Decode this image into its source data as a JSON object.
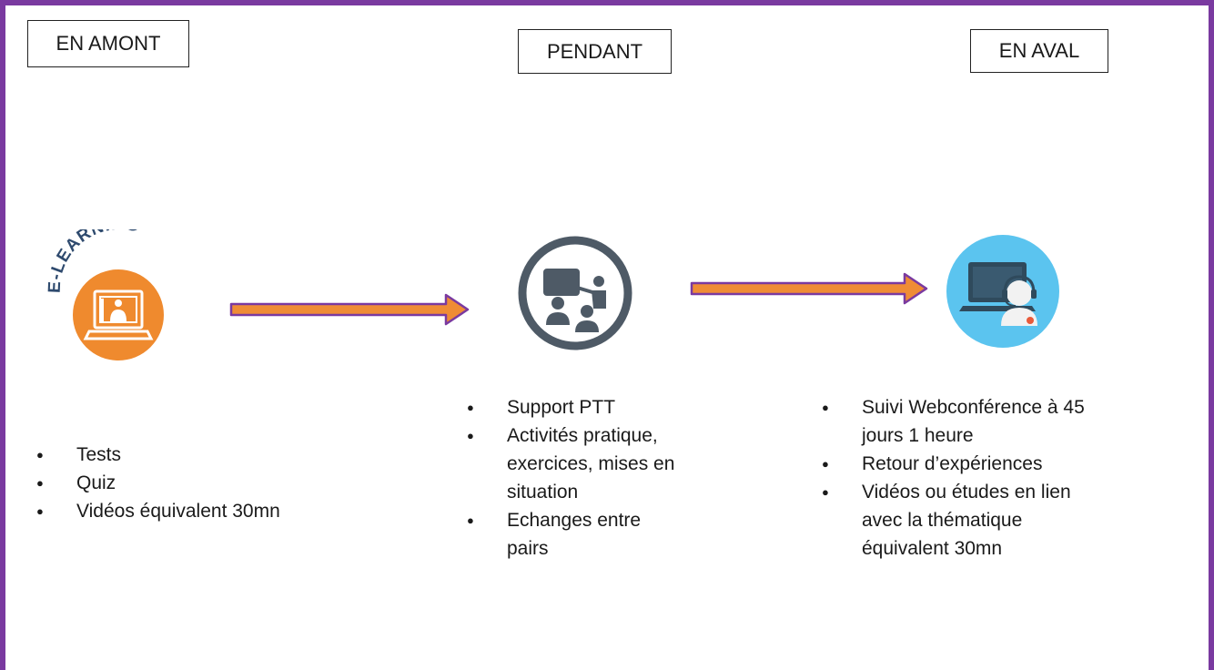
{
  "phases": [
    {
      "label": "EN AMONT"
    },
    {
      "label": "PENDANT"
    },
    {
      "label": "EN AVAL"
    }
  ],
  "elearning_logo": {
    "text": "E-LEARNING"
  },
  "colors": {
    "border": "#7a3aa0",
    "arrow_fill": "#ef8c35",
    "arrow_outline": "#7a3aa0",
    "elearning_orange": "#ef8a2e",
    "elearning_text": "#2e4a6e",
    "classroom_ring": "#4e5a66",
    "webconf_blue": "#5bc4ef"
  },
  "icons": [
    "elearning-logo",
    "classroom-presentation-icon",
    "webconference-headset-icon"
  ],
  "lists": {
    "amont": [
      [
        "Tests"
      ],
      [
        "Quiz"
      ],
      [
        "Vidéos équivalent 30mn"
      ]
    ],
    "pendant": [
      [
        "Support PTT"
      ],
      [
        "Activités pratique,",
        "exercices, mises en",
        "situation"
      ],
      [
        "Echanges entre",
        "pairs"
      ]
    ],
    "aval": [
      [
        "Suivi Webconférence à 45",
        "jours 1 heure"
      ],
      [
        "Retour d’expériences"
      ],
      [
        "Vidéos ou études en lien",
        "avec la thématique",
        "équivalent 30mn"
      ]
    ]
  }
}
